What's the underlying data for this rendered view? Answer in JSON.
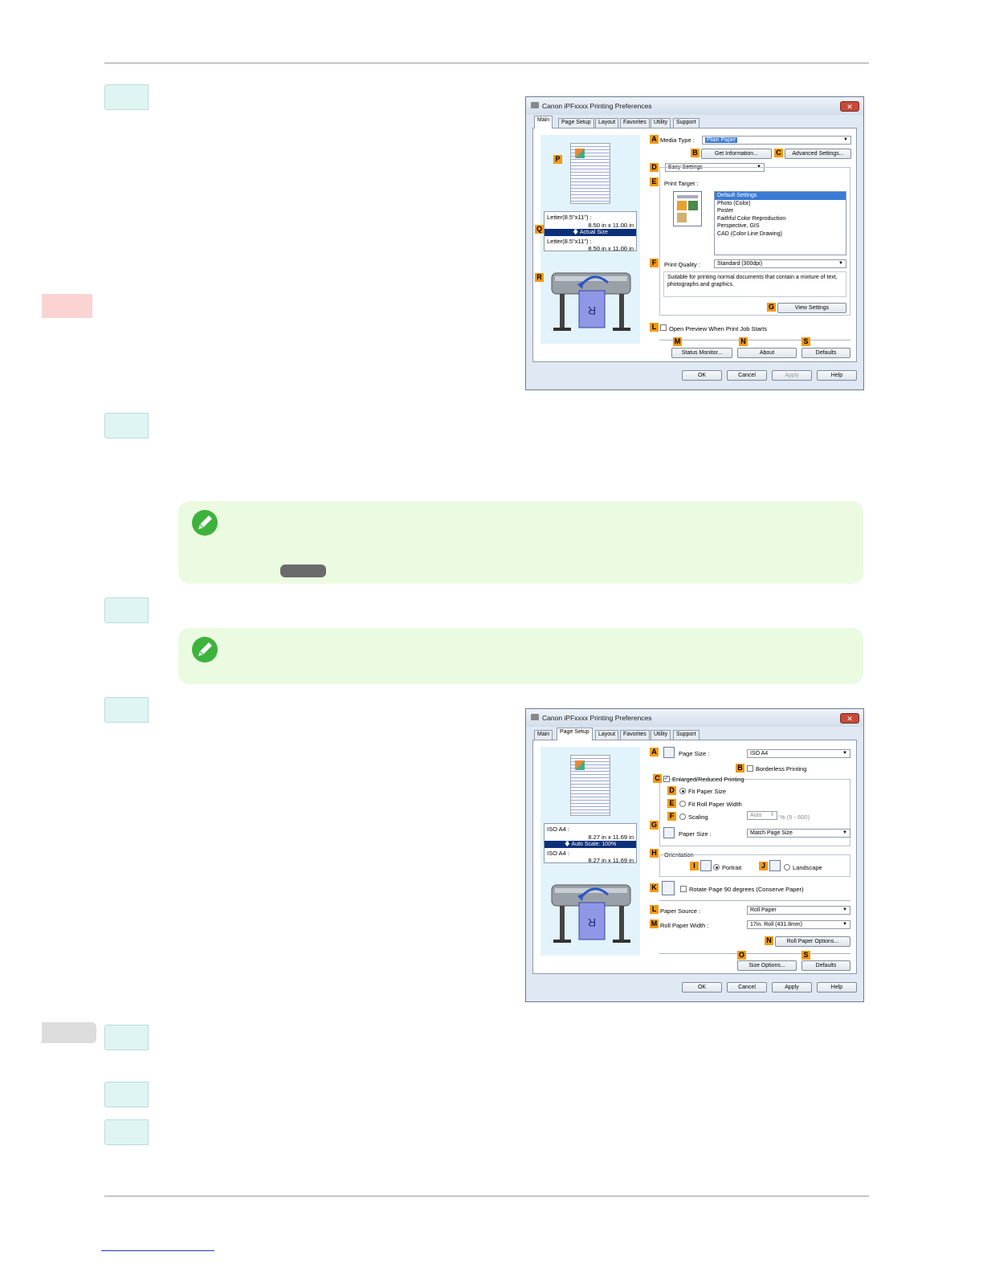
{
  "dialog1": {
    "title": "Canon iPFxxxx Printing Preferences",
    "tabs": [
      "Main",
      "Page Setup",
      "Layout",
      "Favorites",
      "Utility",
      "Support"
    ],
    "active_tab": "Main",
    "media_type_label": "Media Type :",
    "media_type_value": "Plain Paper",
    "get_information": "Get Information...",
    "advanced_settings": "Advanced Settings...",
    "mode_value": "Easy Settings",
    "print_target_label": "Print Target :",
    "print_targets": [
      "Default Settings",
      "Photo (Color)",
      "Poster",
      "Faithful Color Reproduction",
      "Perspective, GIS",
      "CAD (Color Line Drawing)"
    ],
    "print_quality_label": "Print Quality :",
    "print_quality_value": "Standard (300dpi)",
    "description": "Suitable for printing normal documents that contain a mixture of text, photographs and graphics.",
    "view_settings": "View Settings",
    "open_preview": "Open Preview When Print Job Starts",
    "status_monitor": "Status Monitor...",
    "about": "About",
    "defaults": "Defaults",
    "ok": "OK",
    "cancel": "Cancel",
    "apply": "Apply",
    "help": "Help",
    "paper_top": "Letter(8.5\"x11\") :",
    "paper_top_size": "8.50 in x 11.00 in",
    "scale_bar": "Actual Size",
    "paper_bottom": "Letter(8.5\"x11\") :",
    "paper_bottom_size": "8.50 in x 11.00 in",
    "labels": {
      "A": "A",
      "B": "B",
      "C": "C",
      "D": "D",
      "E": "E",
      "F": "F",
      "G": "G",
      "L": "L",
      "M": "M",
      "N": "N",
      "S": "S",
      "P": "P",
      "Q": "Q",
      "R": "R"
    }
  },
  "dialog2": {
    "title": "Canon iPFxxxx Printing Preferences",
    "tabs": [
      "Main",
      "Page Setup",
      "Layout",
      "Favorites",
      "Utility",
      "Support"
    ],
    "active_tab": "Page Setup",
    "page_size_label": "Page Size :",
    "page_size_value": "ISO A4",
    "borderless": "Borderless Printing",
    "enlarged_reduced": "Enlarged/Reduced Printing",
    "fit_paper_size": "Fit Paper Size",
    "fit_roll_width": "Fit Roll Paper Width",
    "scaling": "Scaling",
    "scaling_value": "Auto",
    "scaling_range": "% (5 - 600)",
    "paper_size_label": "Paper Size :",
    "paper_size_value": "Match Page Size",
    "orientation": "Orientation",
    "portrait": "Portrait",
    "landscape": "Landscape",
    "rotate": "Rotate Page 90 degrees (Conserve Paper)",
    "paper_source_label": "Paper Source :",
    "paper_source_value": "Roll Paper",
    "roll_width_label": "Roll Paper Width :",
    "roll_width_value": "17in. Roll (431.8mm)",
    "roll_options": "Roll Paper Options...",
    "size_options": "Size Options...",
    "defaults": "Defaults",
    "ok": "OK",
    "cancel": "Cancel",
    "apply": "Apply",
    "help": "Help",
    "paper_top": "ISO A4 :",
    "paper_top_size": "8.27 in x 11.69 in",
    "scale_bar": "Auto Scale: 100%",
    "paper_bottom": "ISO A4 :",
    "paper_bottom_size": "8.27 in x 11.69 in",
    "labels": {
      "A": "A",
      "B": "B",
      "C": "C",
      "D": "D",
      "E": "E",
      "F": "F",
      "G": "G",
      "H": "H",
      "I": "I",
      "J": "J",
      "K": "K",
      "L": "L",
      "M": "M",
      "N": "N",
      "O": "O",
      "S": "S"
    }
  },
  "colors": {
    "step_box": "#dff5f3",
    "note_bg": "#ebfbe1",
    "note_icon": "#3db33d",
    "side_tab_pink": "#fbd3d3",
    "side_tab_gray": "#dcdcdc",
    "label_orange": "#f29a12",
    "footer_link": "#2233bb"
  }
}
